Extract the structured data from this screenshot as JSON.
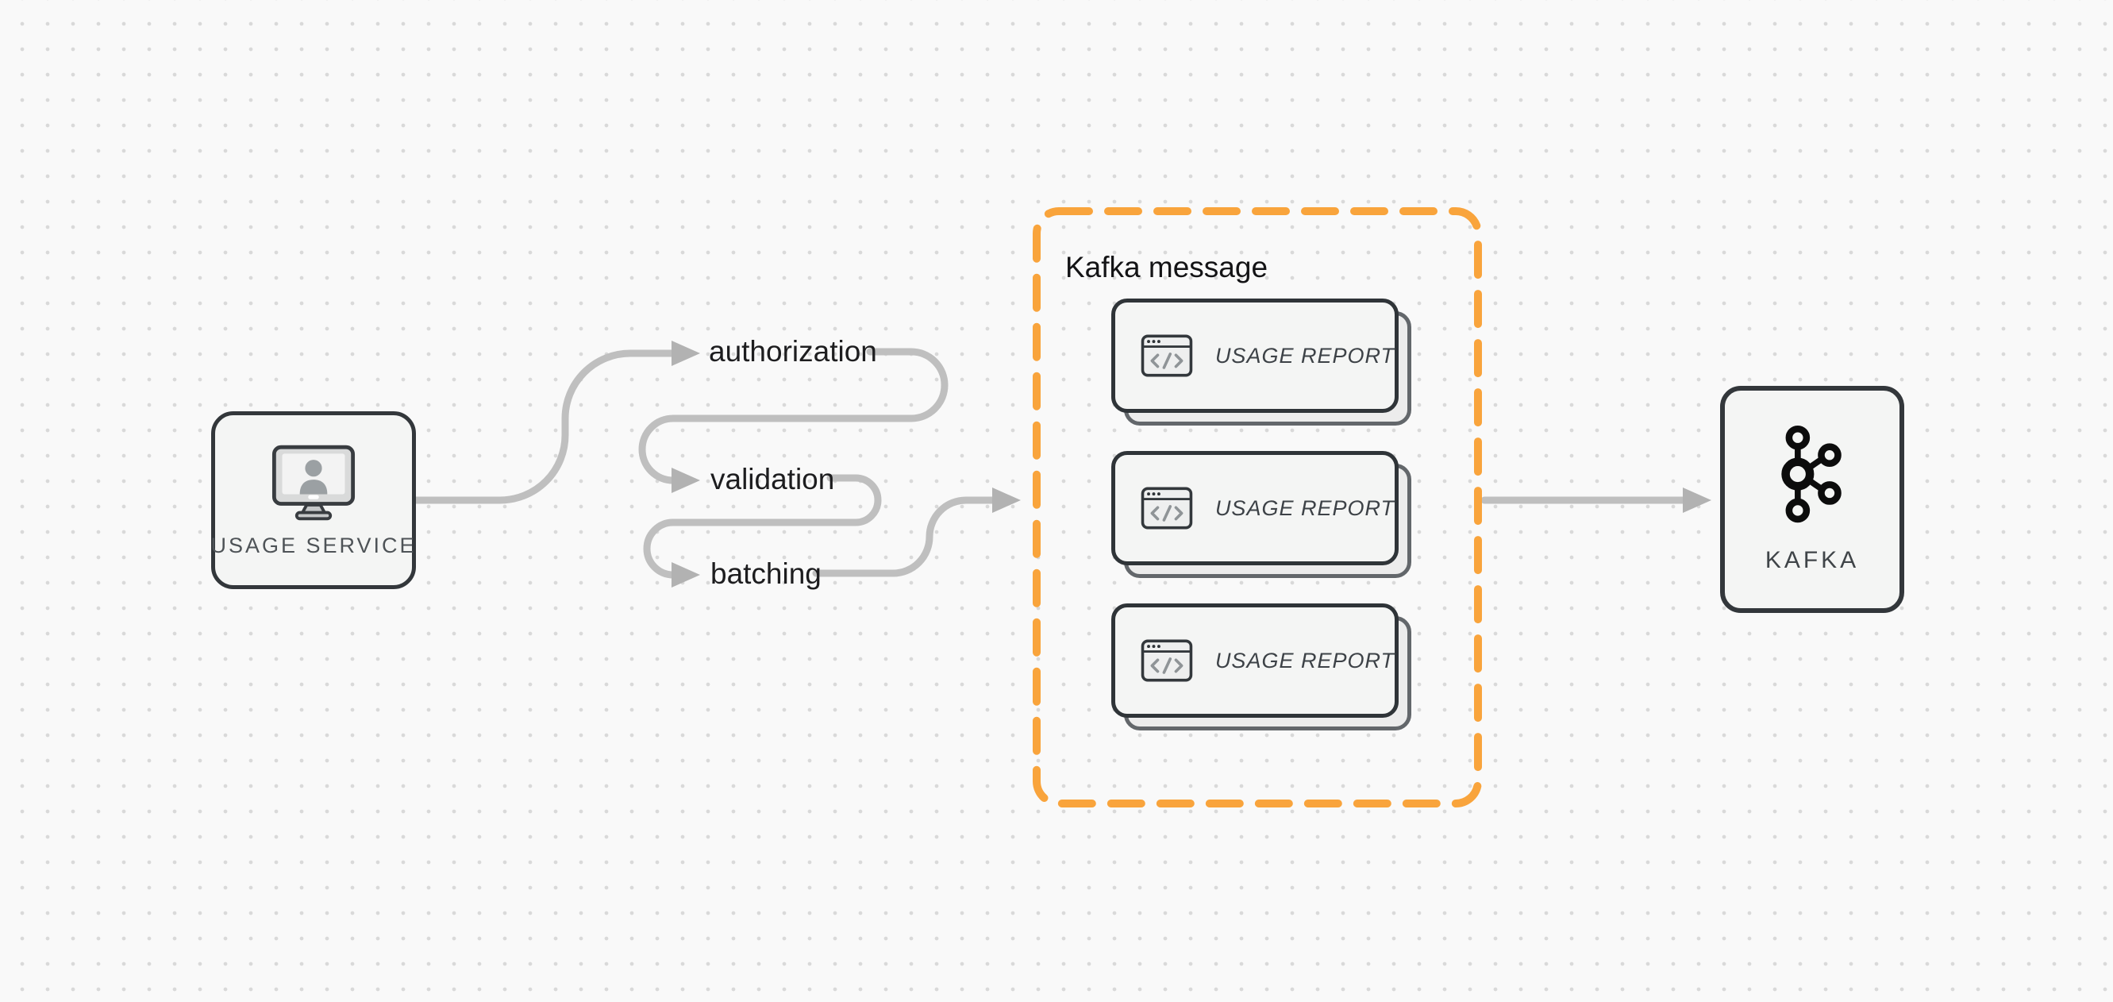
{
  "diagram": {
    "description": "Usage reporting pipeline flow diagram",
    "edges": [
      "usage-service -> authorization",
      "authorization -> validation",
      "validation -> batching",
      "batching -> kafka-message-group",
      "kafka-message-group -> kafka"
    ]
  },
  "nodes": {
    "usage_service": {
      "label": "USAGE SERVICE",
      "icon": "monitor-user-icon"
    },
    "kafka": {
      "label": "KAFKA",
      "icon": "kafka-logo-icon"
    }
  },
  "flow_steps": [
    {
      "label": "authorization"
    },
    {
      "label": "validation"
    },
    {
      "label": "batching"
    }
  ],
  "kafka_message_group": {
    "title": "Kafka message",
    "cards": [
      {
        "label": "USAGE REPORT",
        "icon": "code-window-icon"
      },
      {
        "label": "USAGE REPORT",
        "icon": "code-window-icon"
      },
      {
        "label": "USAGE REPORT",
        "icon": "code-window-icon"
      }
    ]
  },
  "colors": {
    "background": "#f9f9f9",
    "dot_grid": "#d9d9d9",
    "connector_gray": "#bfbfbf",
    "arrowhead_gray": "#b2b2b2",
    "node_border": "#33373b",
    "node_background": "#f4f5f4",
    "card_shadow_border": "#63676b",
    "card_shadow_background": "#ececec",
    "group_dashed_orange": "#F9A43C",
    "flow_label_text": "#1d1d1f",
    "node_label_text": "#4e5357",
    "card_label_text": "#3d4247"
  }
}
